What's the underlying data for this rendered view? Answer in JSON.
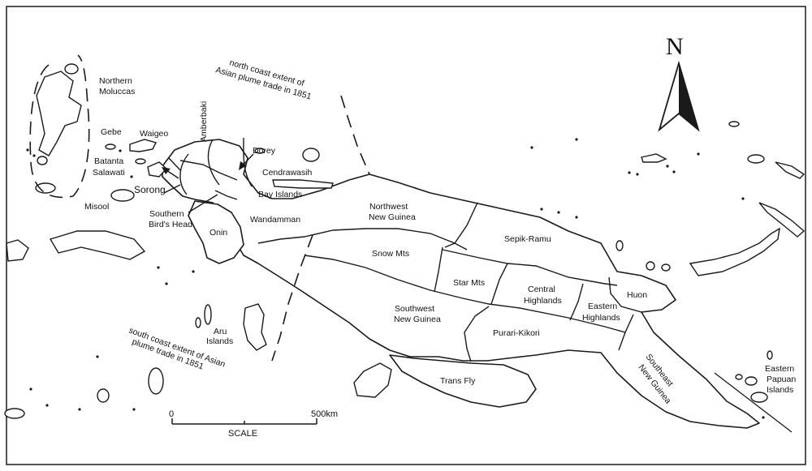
{
  "north_arrow": {
    "letter": "N"
  },
  "scale": {
    "start": "0",
    "end": "500km",
    "label": "SCALE"
  },
  "trade_notes": {
    "north": [
      "north coast extent of",
      "Asian plume trade in 1851"
    ],
    "south": [
      "south coast extent of Asian",
      "plume trade in 1851"
    ]
  },
  "places": {
    "northern_moluccas": [
      "Northern",
      "Moluccas"
    ],
    "gebe": "Gebe",
    "waigeo": "Waigeo",
    "amberbaki": "Amberbaki",
    "batanta": "Batanta",
    "salawati": "Salawati",
    "sorong": "Sorong",
    "misool": "Misool",
    "southern_birds_head": [
      "Southern",
      "Bird's Head"
    ],
    "dorey": "Dorey",
    "cendrawasih": "Cendrawasih",
    "bay_islands": "Bay Islands",
    "wandamman": "Wandamman",
    "onin": "Onin",
    "aru_islands": [
      "Aru",
      "Islands"
    ],
    "eastern_papuan_islands": [
      "Eastern",
      "Papuan",
      "Islands"
    ]
  },
  "regions": {
    "northwest_new_guinea": [
      "Northwest",
      "New Guinea"
    ],
    "sepik_ramu": "Sepik-Ramu",
    "snow_mts": "Snow Mts",
    "star_mts": "Star Mts",
    "central_highlands": [
      "Central",
      "Highlands"
    ],
    "eastern_highlands": [
      "Eastern",
      "Highlands"
    ],
    "huon": "Huon",
    "southwest_new_guinea": [
      "Southwest",
      "New Guinea"
    ],
    "purari_kikori": "Purari-Kikori",
    "trans_fly": "Trans Fly",
    "southeast_new_guinea": [
      "Southeast",
      "New Guinea"
    ]
  }
}
